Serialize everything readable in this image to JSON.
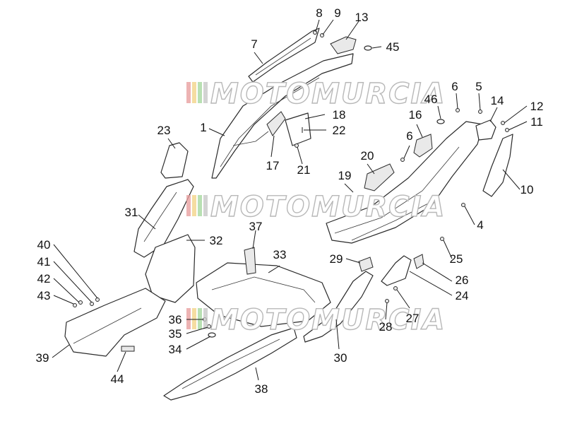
{
  "watermark": {
    "text": "MOTOMURCIA",
    "colors": [
      "#e9a0a0",
      "#f3d58a",
      "#a8d8a0",
      "#c8c8c8"
    ]
  },
  "callouts": [
    "1",
    "4",
    "5",
    "6",
    "6",
    "7",
    "8",
    "9",
    "10",
    "11",
    "12",
    "13",
    "14",
    "16",
    "17",
    "18",
    "19",
    "20",
    "21",
    "22",
    "23",
    "24",
    "25",
    "26",
    "27",
    "28",
    "29",
    "30",
    "31",
    "32",
    "33",
    "34",
    "35",
    "36",
    "37",
    "38",
    "39",
    "40",
    "41",
    "42",
    "43",
    "44",
    "45",
    "46"
  ],
  "colors": {
    "line": "#2a2a2a",
    "label": "#111111",
    "watermark_outline": "#b8b8b8"
  }
}
